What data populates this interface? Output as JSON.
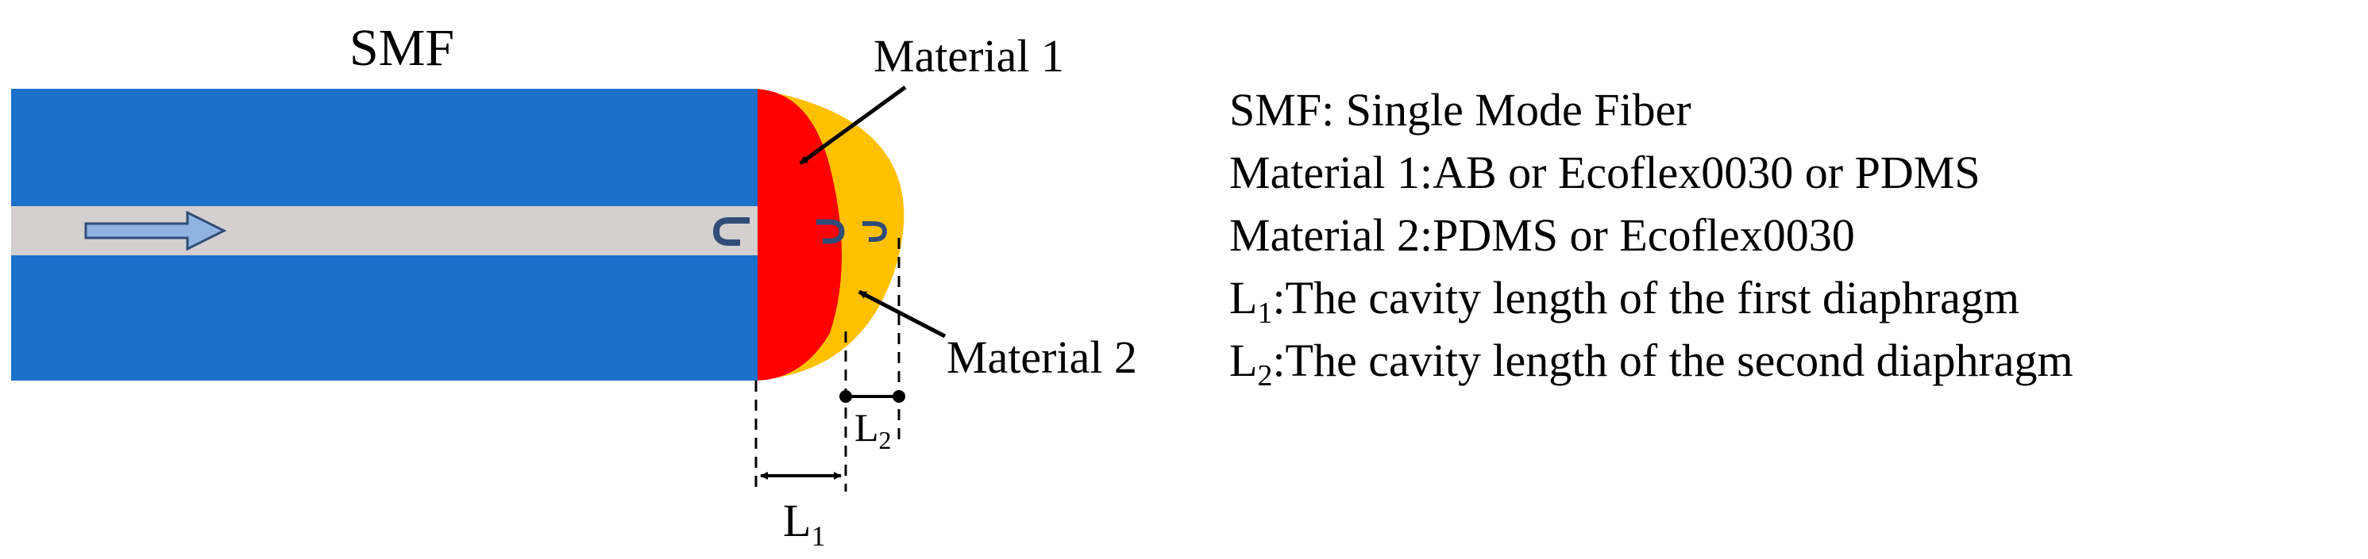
{
  "diagram": {
    "fiber_label": "SMF",
    "material1_label": "Material 1",
    "material2_label": "Material 2",
    "dim_l1": {
      "main": "L",
      "sub": "1"
    },
    "dim_l2": {
      "main": "L",
      "sub": "2"
    }
  },
  "legend": {
    "line1": "SMF: Single Mode Fiber",
    "line2": "Material 1:AB or Ecoflex0030 or PDMS",
    "line3": "Material 2:PDMS or Ecoflex0030",
    "line4": {
      "main": "L",
      "sub": "1",
      "rest": ":The cavity length of the first diaphragm"
    },
    "line5": {
      "main": "L",
      "sub": "2",
      "rest": ":The cavity length of  the second diaphragm"
    }
  },
  "colors": {
    "cladding": "#1b70c9",
    "core": "#d4d0d0",
    "material1": "#ff0000",
    "material2": "#ffc000",
    "arrow_fill": "#8fb4e3",
    "arrow_stroke": "#2f4d78"
  }
}
